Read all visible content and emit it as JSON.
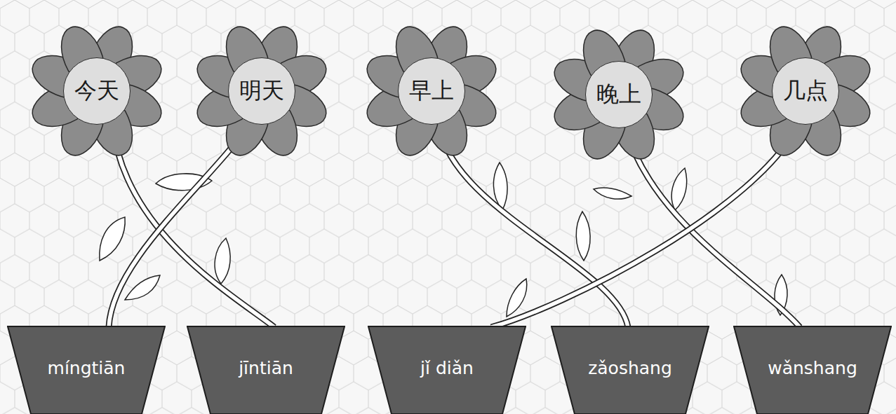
{
  "diagram": {
    "nodes": [
      {
        "text": [
          "今天"
        ]
      },
      {
        "text": [
          "明天"
        ]
      },
      {
        "text": [
          "早上"
        ]
      },
      {
        "text": [
          "晚上"
        ]
      },
      {
        "text": [
          "几点"
        ]
      },
      {
        "text": [
          "míngtiān"
        ]
      },
      {
        "text": [
          "jīntiān"
        ]
      },
      {
        "text": [
          "jǐ diǎn"
        ]
      },
      {
        "text": [
          "zǎoshang"
        ]
      },
      {
        "text": [
          "wǎnshang"
        ]
      }
    ],
    "edges": [
      {
        "from": 0,
        "to": 6,
        "arrow": "none"
      },
      {
        "from": 1,
        "to": 5,
        "arrow": "none"
      },
      {
        "from": 2,
        "to": 8,
        "arrow": "none"
      },
      {
        "from": 3,
        "to": 9,
        "arrow": "none"
      },
      {
        "from": 4,
        "to": 7,
        "arrow": "none"
      }
    ]
  }
}
